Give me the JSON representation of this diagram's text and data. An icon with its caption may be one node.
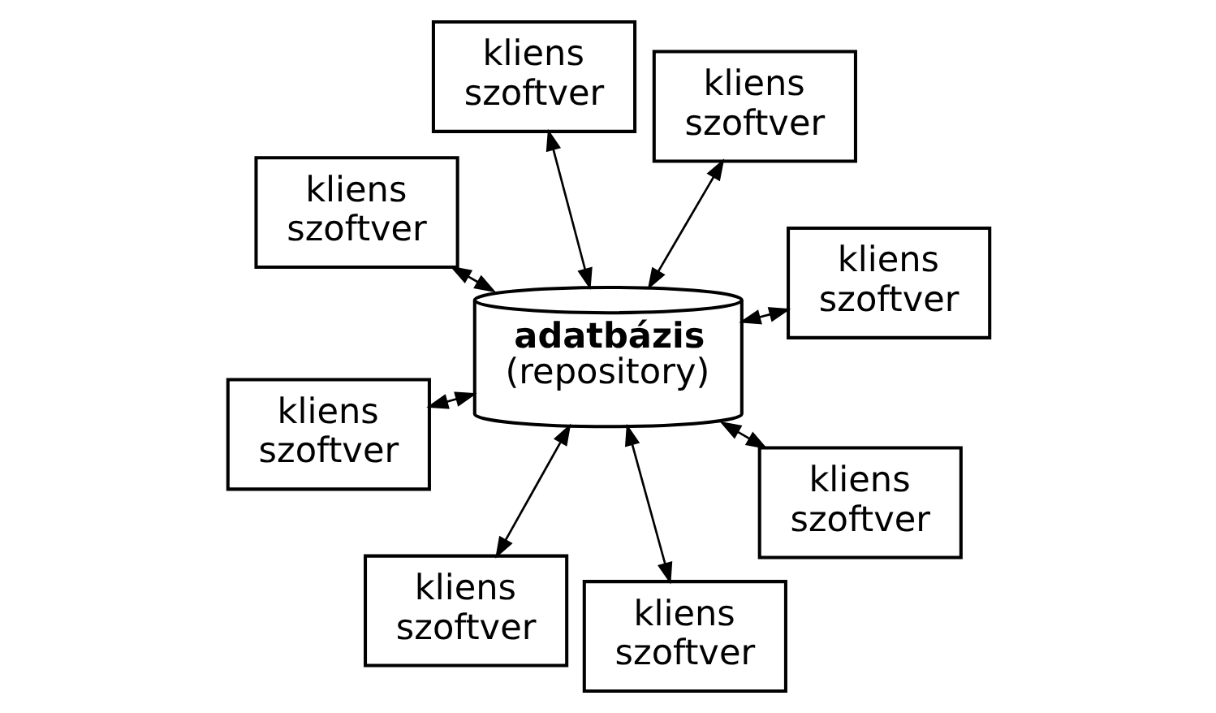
{
  "diagram": {
    "nodes": [
      {
        "text": [
          "adatbázis",
          "(repository)"
        ]
      },
      {
        "text": [
          "kliens szoftver"
        ]
      },
      {
        "text": [
          "kliens szoftver"
        ]
      },
      {
        "text": [
          "kliens szoftver"
        ]
      },
      {
        "text": [
          "kliens szoftver"
        ]
      },
      {
        "text": [
          "kliens szoftver"
        ]
      },
      {
        "text": [
          "kliens szoftver"
        ]
      },
      {
        "text": [
          "kliens szoftver"
        ]
      },
      {
        "text": [
          "kliens szoftver"
        ]
      }
    ],
    "edges": [
      {
        "from": 1,
        "to": 0,
        "arrow": "both"
      },
      {
        "from": 2,
        "to": 0,
        "arrow": "both"
      },
      {
        "from": 3,
        "to": 0,
        "arrow": "both"
      },
      {
        "from": 4,
        "to": 0,
        "arrow": "both"
      },
      {
        "from": 5,
        "to": 0,
        "arrow": "both"
      },
      {
        "from": 6,
        "to": 0,
        "arrow": "both"
      },
      {
        "from": 7,
        "to": 0,
        "arrow": "both"
      },
      {
        "from": 8,
        "to": 0,
        "arrow": "both"
      }
    ]
  }
}
